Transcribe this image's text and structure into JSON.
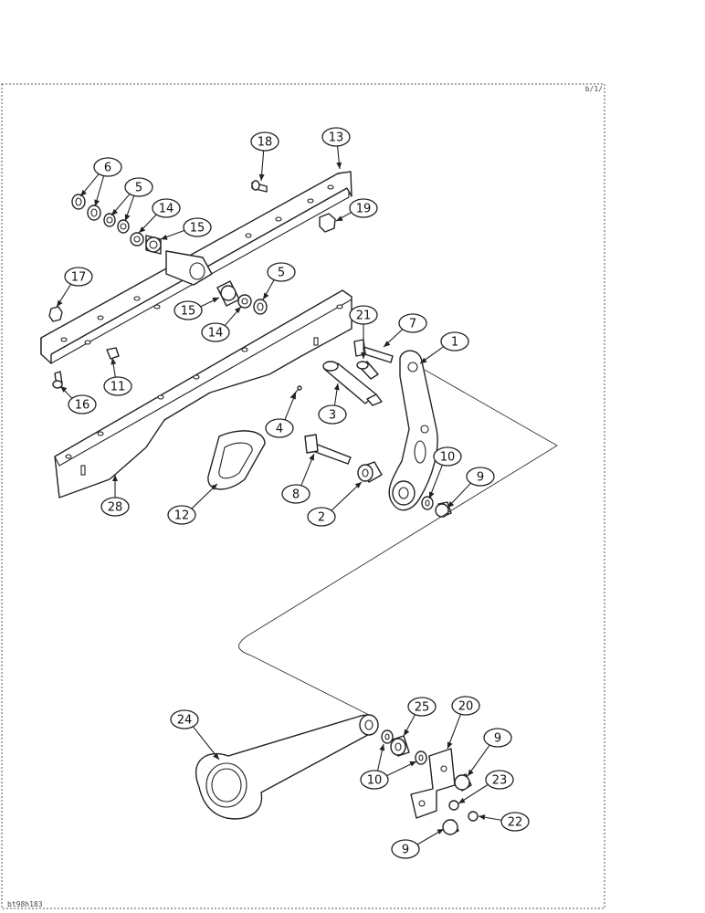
{
  "corner_mark": "b/1/",
  "figure_id": "bt98h183",
  "callouts": [
    {
      "label": "18"
    },
    {
      "label": "13"
    },
    {
      "label": "6"
    },
    {
      "label": "5"
    },
    {
      "label": "14"
    },
    {
      "label": "15"
    },
    {
      "label": "19"
    },
    {
      "label": "17"
    },
    {
      "label": "5"
    },
    {
      "label": "15"
    },
    {
      "label": "14"
    },
    {
      "label": "21"
    },
    {
      "label": "7"
    },
    {
      "label": "1"
    },
    {
      "label": "11"
    },
    {
      "label": "16"
    },
    {
      "label": "4"
    },
    {
      "label": "3"
    },
    {
      "label": "10"
    },
    {
      "label": "9"
    },
    {
      "label": "8"
    },
    {
      "label": "2"
    },
    {
      "label": "28"
    },
    {
      "label": "12"
    },
    {
      "label": "24"
    },
    {
      "label": "25"
    },
    {
      "label": "20"
    },
    {
      "label": "9"
    },
    {
      "label": "10"
    },
    {
      "label": "23"
    },
    {
      "label": "22"
    },
    {
      "label": "9"
    }
  ]
}
